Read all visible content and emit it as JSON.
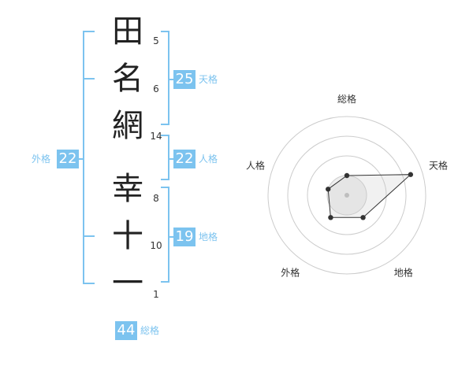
{
  "colors": {
    "accent": "#7cc3ef",
    "text": "#222222",
    "grid": "#cccccc"
  },
  "characters": [
    {
      "char": "田",
      "strokes": "5"
    },
    {
      "char": "名",
      "strokes": "6"
    },
    {
      "char": "網",
      "strokes": "14"
    },
    {
      "char": "幸",
      "strokes": "8"
    },
    {
      "char": "十",
      "strokes": "10"
    },
    {
      "char": "一",
      "strokes": "1"
    }
  ],
  "fortunes": {
    "tenkaku": {
      "value": "25",
      "label": "天格"
    },
    "jinkaku": {
      "value": "22",
      "label": "人格"
    },
    "chikaku": {
      "value": "19",
      "label": "地格"
    },
    "gaikaku": {
      "value": "22",
      "label": "外格"
    },
    "soukaku": {
      "value": "44",
      "label": "総格"
    }
  },
  "chart_data": {
    "type": "radar",
    "axes": [
      "総格",
      "天格",
      "地格",
      "外格",
      "人格"
    ],
    "values": [
      0.25,
      0.85,
      0.35,
      0.35,
      0.25
    ],
    "max": 1,
    "rings": 4
  }
}
